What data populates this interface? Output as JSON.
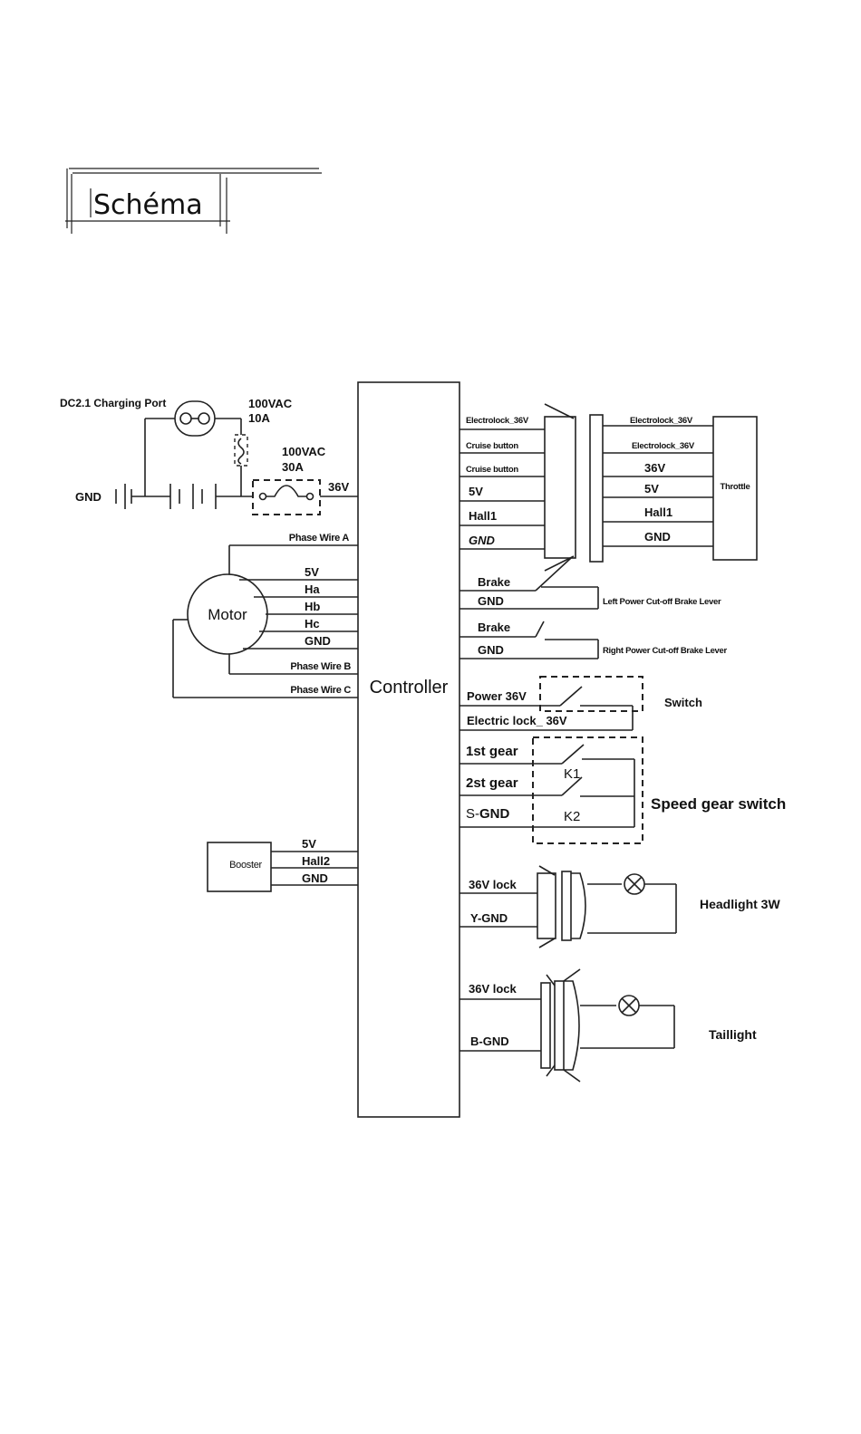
{
  "title": "Schéma",
  "controller": "Controller",
  "power": {
    "charging_port": "DC2.1 Charging Port",
    "fuse1_voltage": "100VAC",
    "fuse1_current": "10A",
    "fuse2_voltage": "100VAC",
    "fuse2_current": "30A",
    "gnd": "GND",
    "v36": "36V"
  },
  "motor": {
    "name": "Motor",
    "phase_a": "Phase Wire A",
    "phase_b": "Phase Wire B",
    "phase_c": "Phase Wire C",
    "v5": "5V",
    "ha": "Ha",
    "hb": "Hb",
    "hc": "Hc",
    "gnd": "GND"
  },
  "booster": {
    "name": "Booster",
    "v5": "5V",
    "hall2": "Hall2",
    "gnd": "GND"
  },
  "throttle": {
    "name": "Throttle",
    "left": [
      "Electrolock_36V",
      "Cruise button",
      "Cruise button",
      "5V",
      "Hall1",
      "GND"
    ],
    "right": [
      "Electrolock_36V",
      "Electrolock_36V",
      "36V",
      "5V",
      "Hall1",
      "GND"
    ]
  },
  "brakes": {
    "brake": "Brake",
    "gnd": "GND",
    "left_label": "Left Power Cut-off Brake Lever",
    "right_label": "Right Power Cut-off Brake Lever"
  },
  "switch": {
    "power": "Power 36V",
    "electric_lock": "Electric lock_ 36V",
    "label": "Switch"
  },
  "speed": {
    "first": "1st gear",
    "second": "2st gear",
    "sgnd_prefix": "S-",
    "sgnd_suffix": "GND",
    "k1": "K1",
    "k2": "K2",
    "label": "Speed gear switch"
  },
  "headlight": {
    "lock": "36V lock",
    "gnd": "Y-GND",
    "label": "Headlight 3W"
  },
  "taillight": {
    "lock": "36V lock",
    "gnd": "B-GND",
    "label": "Taillight"
  }
}
